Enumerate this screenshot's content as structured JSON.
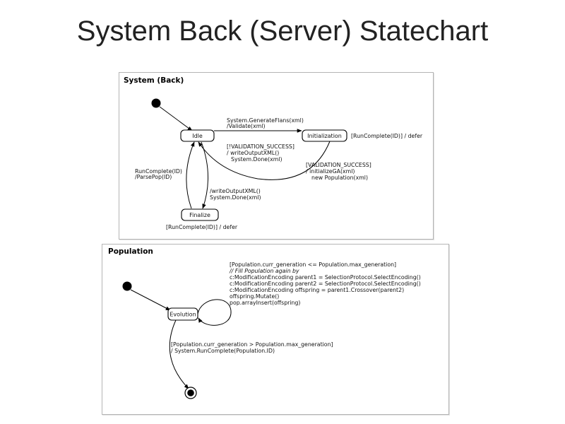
{
  "slide": {
    "title": "System Back (Server) Statechart"
  },
  "back": {
    "header": "System (Back)",
    "states": {
      "idle": "Idle",
      "init": "Initialization",
      "finalize": "Finalize"
    },
    "labels": {
      "gen1": "System.GenerateFlans(xml)",
      "gen2": "/Validate(xml)",
      "init_defer": "[RunComplete(ID)] / defer",
      "vf1": "[!VALIDATION_SUCCESS]",
      "vf2": "/ writeOutputXML()",
      "vf3": "System.Done(xml)",
      "vs1": "[VALIDATION_SUCCESS]",
      "vs2": "/ initializeGA(xml)",
      "vs3": "new Population(xml)",
      "rc1": "RunComplete(ID)",
      "rc2": "/ParsePop(ID)",
      "wo1": "/writeOutputXML()",
      "wo2": "System.Done(xml)",
      "fin_defer": "[RunComplete(ID)] / defer"
    }
  },
  "population": {
    "header": "Population",
    "states": {
      "evolution": "Evolution"
    },
    "labels": {
      "l1": "[Population.curr_generation <= Population.max_generation]",
      "l2": "// Fill Population again by",
      "l3": "c:ModificationEncoding parent1 = SelectionProtocol.SelectEncoding()",
      "l4": "c:ModificationEncoding parent2 = SelectionProtocol.SelectEncoding()",
      "l5": "c:ModificationEncoding offspring = parent1.Crossover(parent2)",
      "l6": "offspring.Mutate()",
      "l7": "pop.arrayInsert(offspring)",
      "e1": "[Population.curr_generation > Population.max_generation]",
      "e2": "/ System.RunComplete(Population.ID)"
    }
  }
}
